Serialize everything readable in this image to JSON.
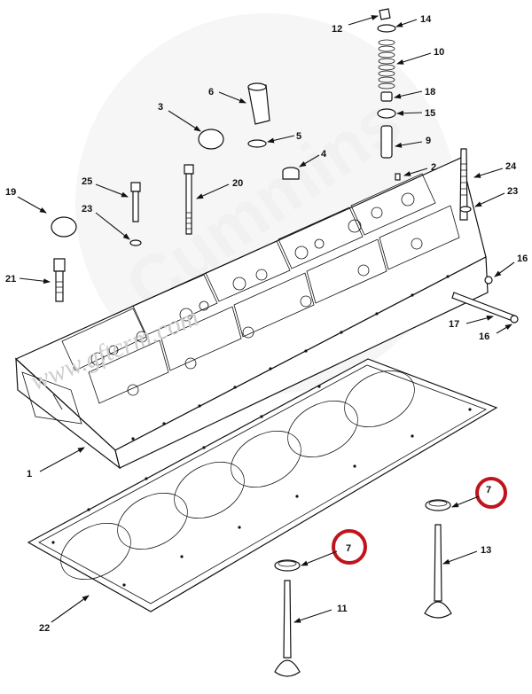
{
  "watermark": {
    "brand": "Cummins",
    "url": "www.gftcrm.com"
  },
  "callouts": [
    {
      "id": "c12",
      "text": "12"
    },
    {
      "id": "c14",
      "text": "14"
    },
    {
      "id": "c10",
      "text": "10"
    },
    {
      "id": "c6",
      "text": "6"
    },
    {
      "id": "c18",
      "text": "18"
    },
    {
      "id": "c15",
      "text": "15"
    },
    {
      "id": "c3",
      "text": "3"
    },
    {
      "id": "c5",
      "text": "5"
    },
    {
      "id": "c9",
      "text": "9"
    },
    {
      "id": "c4",
      "text": "4"
    },
    {
      "id": "c2",
      "text": "2"
    },
    {
      "id": "c24",
      "text": "24"
    },
    {
      "id": "c25",
      "text": "25"
    },
    {
      "id": "c20",
      "text": "20"
    },
    {
      "id": "c19",
      "text": "19"
    },
    {
      "id": "c23a",
      "text": "23"
    },
    {
      "id": "c23b",
      "text": "23"
    },
    {
      "id": "c21",
      "text": "21"
    },
    {
      "id": "c16a",
      "text": "16"
    },
    {
      "id": "c17",
      "text": "17"
    },
    {
      "id": "c16b",
      "text": "16"
    },
    {
      "id": "c1",
      "text": "1"
    },
    {
      "id": "c7a",
      "text": "7"
    },
    {
      "id": "c13",
      "text": "13"
    },
    {
      "id": "c7b",
      "text": "7"
    },
    {
      "id": "c11",
      "text": "11"
    },
    {
      "id": "c22",
      "text": "22"
    }
  ],
  "highlight_color": "#c0141c"
}
